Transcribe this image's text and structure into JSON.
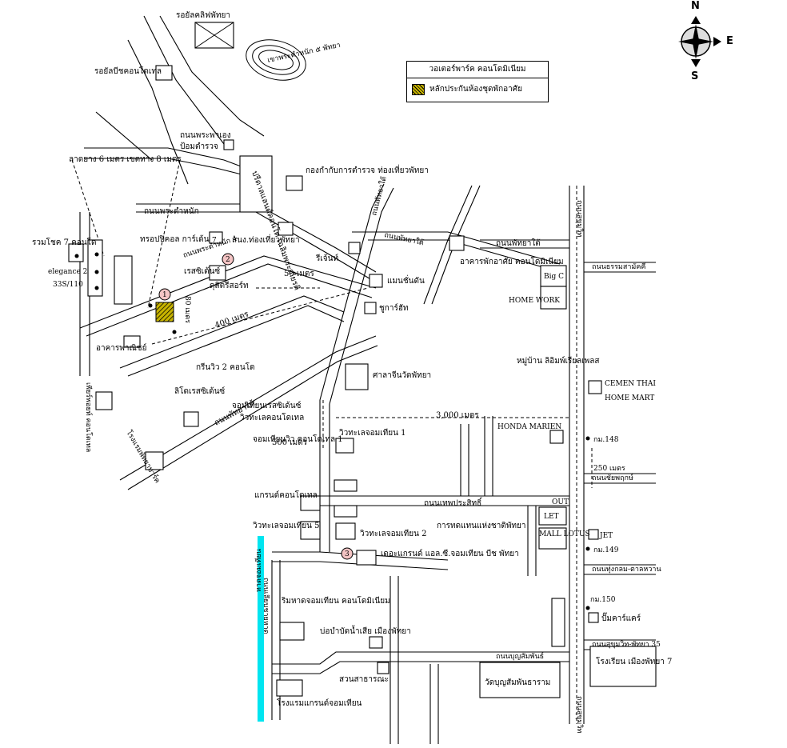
{
  "legend": {
    "title": "วอเตอร์พาร์ค คอนโดมิเนียม",
    "item": "หลักประกันห้องชุดพักอาศัย"
  },
  "compass": {
    "n": "N",
    "e": "E",
    "s": "S"
  },
  "labels": {
    "rosa": "รอยัลคลิฟพัทยา",
    "royal_beach": "รอยัลบีชคอนโดเทล",
    "tower_hill": "เขาพระตำหนัก ๕ พัทยา",
    "police_box": "ป้อมตำรวจ",
    "utility": "ถนนพระพาเอง",
    "road_width": "ลาดยาง 6 เมตร เขตทาง 8 เมตร",
    "tourist_police": "กองกำกับการตำรวจ ท่องเที่ยวพัทยา",
    "tourism_office": "สนง.ท่องเที่ยวพัทยา",
    "royal_fountain": "ปรีดาลแลนด์คอนโด เฉลิมพระเกียรติ",
    "phra_tamnak_road": "ถนนพระตำหนัก",
    "condo7": "รวมโชค 7 คอนโด",
    "elegance": "elegance 2",
    "num_335": "33S/110",
    "trop": "ทรอปปิคอล การ์เด้น",
    "seven": "7",
    "hotel": "ดุสิตรีสอร์ท",
    "rise_point": "เรสซิเด้นซ์",
    "m80": "80 เมตร",
    "m400": "400 เมตร",
    "green": "กรีนวิว 2 คอนโด",
    "building": "อาคารพาณิชย์",
    "pier": "เพียร์พอยท์ คอนโดเทล",
    "pattaya_park": "โรงแรมพัทยาปาร์ค",
    "lido": "ลิโดเรสซิเด้นซ์",
    "view_talay": "จอมเทียนเรสซิเด้นซ์",
    "jomtien_road": "ถนนพัทยาใต้",
    "view_condo": "วิวทะเลคอนโดเทล",
    "jomtien_condo1": "จอมเทียนวิว คอนโดเทล 1",
    "m500": "500 เมตร",
    "m50": "50 เมตร",
    "reefside": "รีเจ้นท์",
    "mansion": "แมนชั่นดัน",
    "condo_dtower": "ชูการ์ฮัท",
    "pattaya_tai": "ถนนพัทยาใต้",
    "apartment": "อาคารพักอาศัย คอนโดมิเนียม",
    "third_road": "ถนนพัทยาใต้",
    "thepprasit": "ถนนเทพประสิทธิ์",
    "bigc": "Big C",
    "home_work": "HOME WORK",
    "village": "หมู่บ้าน ลิอิมพ์เรียลเพลส",
    "cemen": "CEMEN THAI",
    "home_mart": "HOME MART",
    "km148": "กม.148",
    "m250": "250 เมตร",
    "honda": "HONDA MARIEN",
    "m3000": "3,000 เมตร",
    "view1": "วิวทะเลจอมเทียน 1",
    "talay_chang": "ศาลาจีนวัดพัทยา",
    "grand_condo": "แกรนด์คอนโดเทล",
    "view5": "วิวทะเลจอมเทียน 5",
    "view2": "วิวทะเลจอมเทียน 2",
    "tat": "การทดแทนแห่งชาติพัทยา",
    "grand_lc": "เดอะแกรนด์ แอล.ซี.จอมเทียน บีช พัทยา",
    "let": "LET",
    "mall_lotus": "MALL LOTUS",
    "out": "OUT",
    "jet": "JET",
    "km149": "กม.149",
    "km150": "กม.150",
    "pump": "ปั๊มคาร์แคร์",
    "seaside_condo": "ริมหาดจอมเทียน คอนโดมิเนียม",
    "water_park": "บ่อบำบัดน้ำเสีย เมืองพัทยา",
    "public_park": "สวนสาธารณะ",
    "grand_hotel": "โรงแรมแกรนด์จอมเทียน",
    "wat": "วัดบุญสัมพันธาราม",
    "school": "โรงเรียน เมืองพัทยา 7",
    "sukhumvit_road": "ถนนสุขุมวิท",
    "beach_road": "ถนนเลียบชายหาด",
    "r_top": "ถนนพัทยาใต้",
    "r_sui": "ถนนธรรมสามัคคี",
    "r_chai": "ถนนชัยพฤกษ์",
    "r_jomtien": "ถนนทุ่งกลม-ตาลหวาน",
    "r_sukhumvit2": "ถนนสุขุมวิท-พัทยา 35",
    "r_soi": "ถนนบุญสัมพันธ์",
    "thepprasit2": "ถนนพระตำหนัก 4",
    "jomtien_beach": "หาดจอมเทียน",
    "badge1": "1",
    "badge2": "2",
    "badge3": "3"
  }
}
